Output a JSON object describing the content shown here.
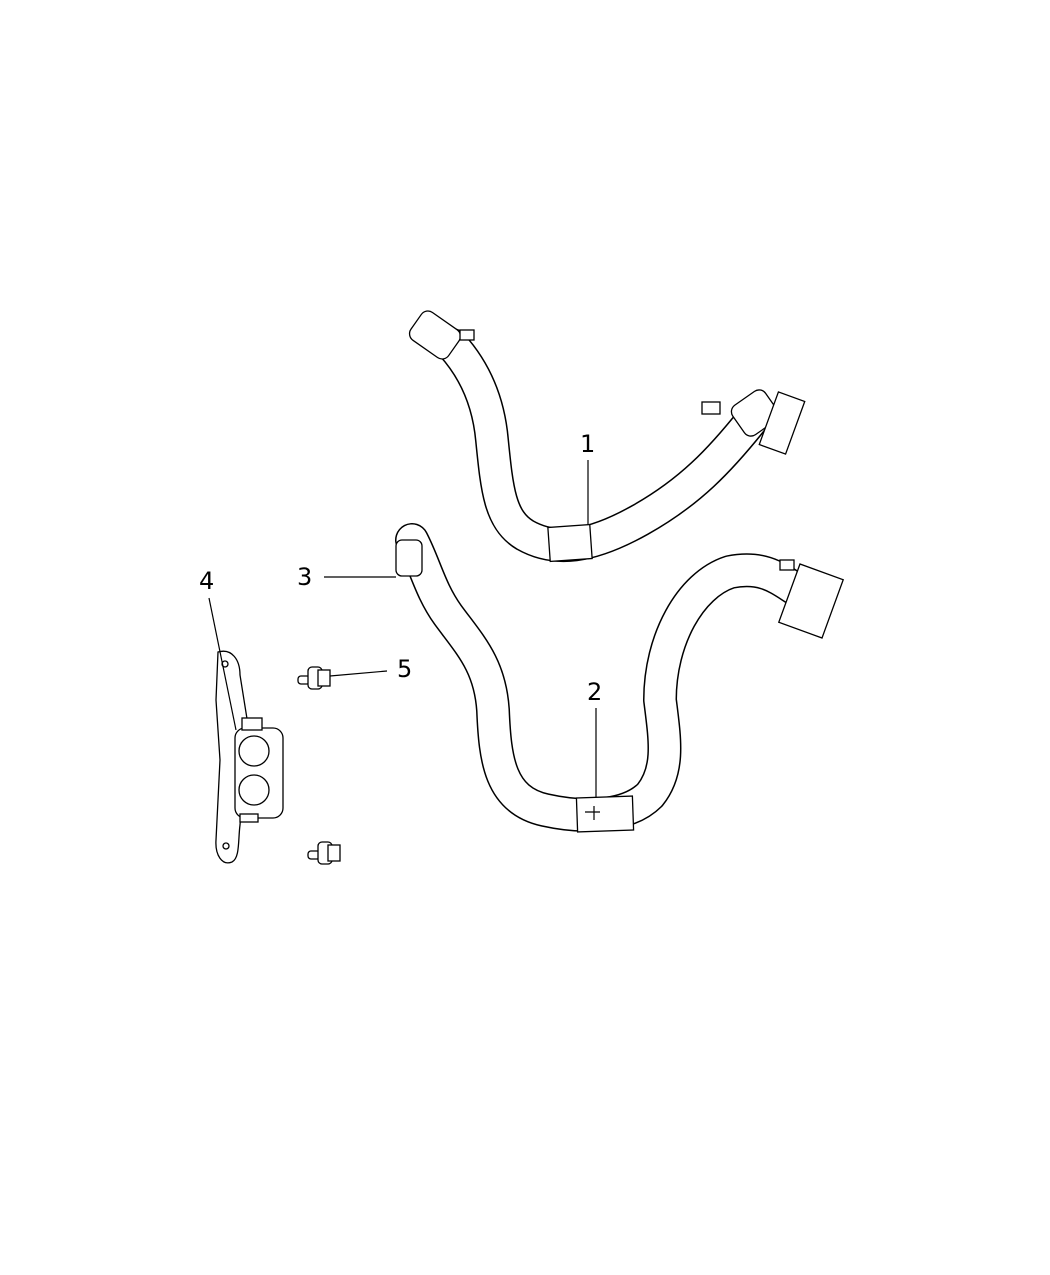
{
  "diagram": {
    "callouts": [
      {
        "label": "1",
        "part": "hose-upper"
      },
      {
        "label": "2",
        "part": "hose-lower"
      },
      {
        "label": "3",
        "part": "hose-connector-end"
      },
      {
        "label": "4",
        "part": "bracket"
      },
      {
        "label": "5",
        "part": "bolt"
      }
    ],
    "line_color": "#000000",
    "background": "#ffffff"
  }
}
